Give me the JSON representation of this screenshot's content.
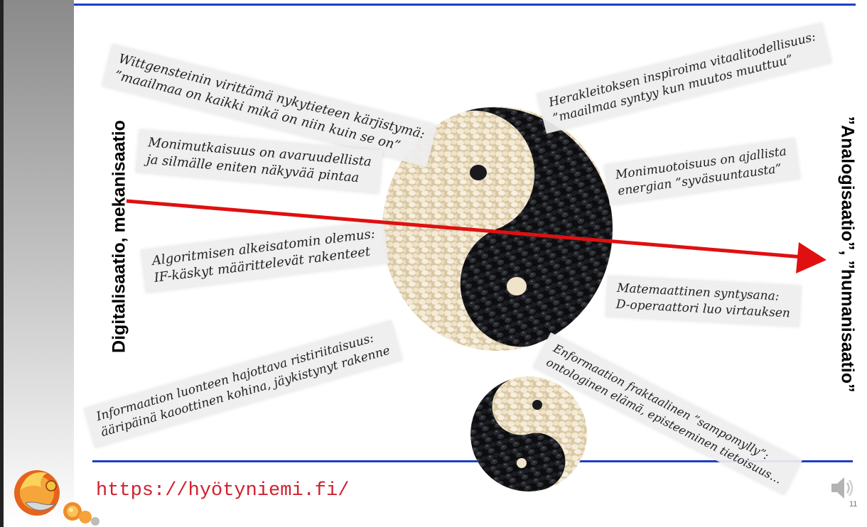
{
  "slide": {
    "left_label": "Digitalisaatio, mekanisaatio",
    "right_label": "”Analogisaatio”, ”humanisaatio”",
    "left_strips": [
      {
        "lines": [
          "Wittgensteinin virittämä nykytieteen kärjistymä:",
          "”maailmaa on kaikki mikä on niin kuin se on”"
        ]
      },
      {
        "lines": [
          "Monimutkaisuus on avaruudellista",
          "ja silmälle eniten näkyvää pintaa"
        ]
      },
      {
        "lines": [
          "Algoritmisen alkeisatomin olemus:",
          "IF-käskyt määrittelevät rakenteet"
        ]
      },
      {
        "lines": [
          "Informaation luonteen hajottava ristiriitaisuus:",
          "ääripäinä kaoottinen kohina, jäykistynyt rakenne"
        ]
      }
    ],
    "right_strips": [
      {
        "lines": [
          "Herakleitoksen inspiroima vitaalitodellisuus:",
          "”maailmaa syntyy kun muutos muuttuu”"
        ]
      },
      {
        "lines": [
          "Monimuotoisuus on ajallista",
          "energian ”syväsuuntausta”"
        ]
      },
      {
        "lines": [
          "Matemaattinen syntysana:",
          "D-operaattori luo virtauksen"
        ]
      },
      {
        "lines": [
          "Enformaation fraktaalinen ”sampomylly”:",
          "ontologinen elämä, episteeminen tietoisuus…"
        ]
      }
    ],
    "url": "https://hyötyniemi.fi/",
    "page_number": "11",
    "colors": {
      "accent_line": "#1f3fbf",
      "arrow": "#e01010",
      "url": "#d0202e"
    },
    "icons": {
      "logo": "fire-sphere-logo-icon",
      "speaker": "speaker-icon"
    }
  }
}
